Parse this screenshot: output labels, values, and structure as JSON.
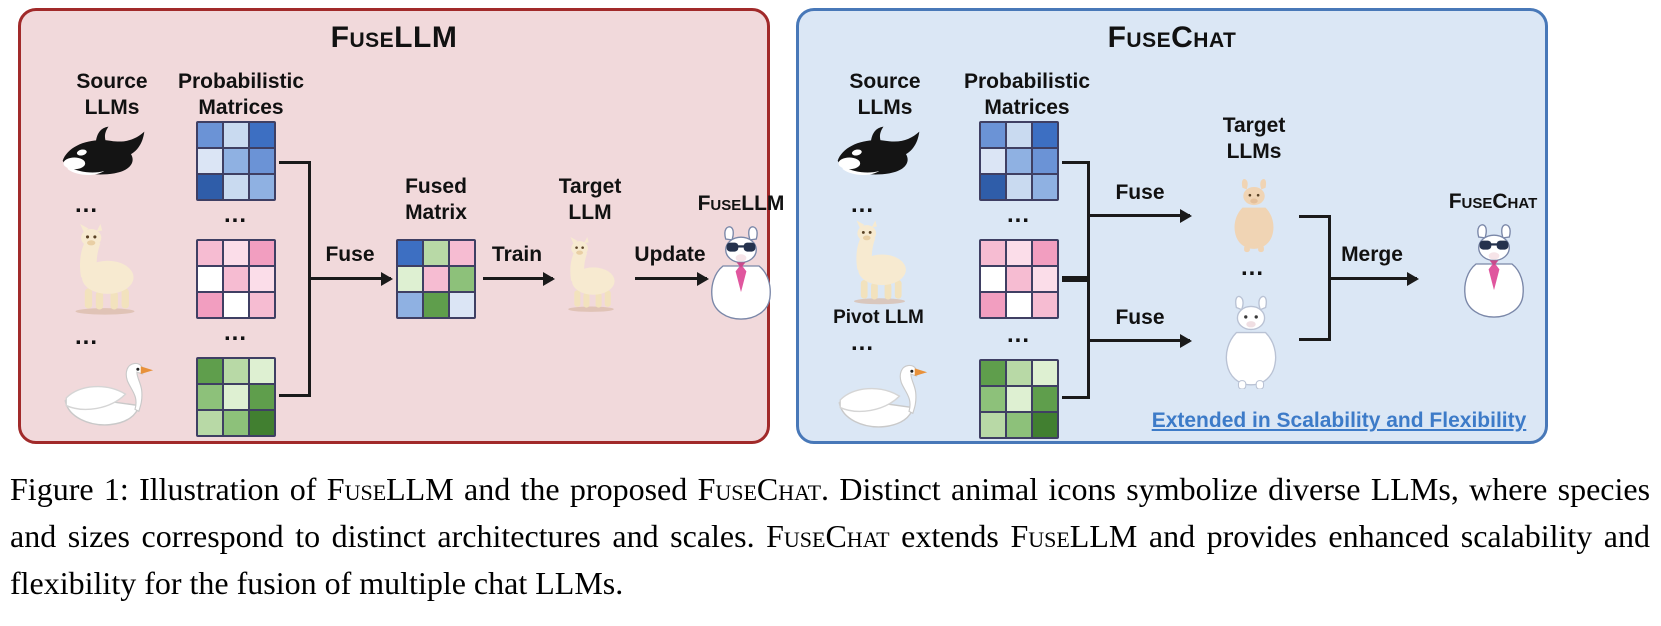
{
  "dots": "...",
  "left_panel": {
    "title": "FuseLLM",
    "source_llms_label": "Source LLMs",
    "matrices_label": "Probabilistic Matrices",
    "fuse_label": "Fuse",
    "fused_matrix_label": "Fused Matrix",
    "train_label": "Train",
    "target_llm_label": "Target LLM",
    "update_label": "Update",
    "result_label": "FuseLLM"
  },
  "right_panel": {
    "title": "FuseChat",
    "source_llms_label": "Source LLMs",
    "matrices_label": "Probabilistic Matrices",
    "pivot_llm_label": "Pivot LLM",
    "fuse_label_top": "Fuse",
    "fuse_label_bottom": "Fuse",
    "target_llms_label": "Target LLMs",
    "merge_label": "Merge",
    "result_label": "FuseChat",
    "footnote": "Extended in Scalability and Flexibility"
  },
  "caption": {
    "part1": "Figure 1: Illustration of ",
    "fusellm_a": "FuseLLM",
    "part2": " and the proposed ",
    "fusechat_a": "FuseChat",
    "part3": ". Distinct animal icons symbolize diverse LLMs, where species and sizes correspond to distinct architectures and scales. ",
    "fusechat_b": "FuseChat",
    "part4": " extends ",
    "fusellm_b": "FuseLLM",
    "part5": " and provides enhanced scalability and flexibility for the fusion of multiple chat LLMs."
  },
  "colors": {
    "left_panel_bg": "#f1d9db",
    "left_panel_border": "#a12a2a",
    "right_panel_bg": "#dbe7f5",
    "right_panel_border": "#4878b8",
    "footnote_blue": "#3d7bc8",
    "arrow_black": "#1a1a1a"
  },
  "icons": {
    "orca-icon": "black and white killer whale cartoon",
    "llama-icon": "cream alpaca cartoon",
    "swan-icon": "white swan cartoon",
    "llama-tan-icon": "small tan llama cartoon",
    "llama-white-icon": "white llama cartoon",
    "llama-sunglasses-icon": "white llama mascot with sunglasses and pink tie"
  },
  "matrices": {
    "blue": [
      [
        "#6b93d6",
        "#c9daf0",
        "#3d6fc2"
      ],
      [
        "#dbe5f5",
        "#8fb1e2",
        "#6b93d6"
      ],
      [
        "#2f5da9",
        "#c9daf0",
        "#8fb1e2"
      ]
    ],
    "pink": [
      [
        "#f6bcd2",
        "#fbdde9",
        "#f29ec0"
      ],
      [
        "#ffffff",
        "#f6bcd2",
        "#fbdde9"
      ],
      [
        "#f29ec0",
        "#ffffff",
        "#f6bcd2"
      ]
    ],
    "green": [
      [
        "#5f9e4c",
        "#b8d9a6",
        "#def0d2"
      ],
      [
        "#8dc17a",
        "#def0d2",
        "#5f9e4c"
      ],
      [
        "#b8d9a6",
        "#8dc17a",
        "#417f30"
      ]
    ],
    "fused": [
      [
        "#3d6fc2",
        "#b8d9a6",
        "#f6bcd2"
      ],
      [
        "#def0d2",
        "#f6bcd2",
        "#8dc17a"
      ],
      [
        "#8fb1e2",
        "#5f9e4c",
        "#dbe5f5"
      ]
    ]
  }
}
